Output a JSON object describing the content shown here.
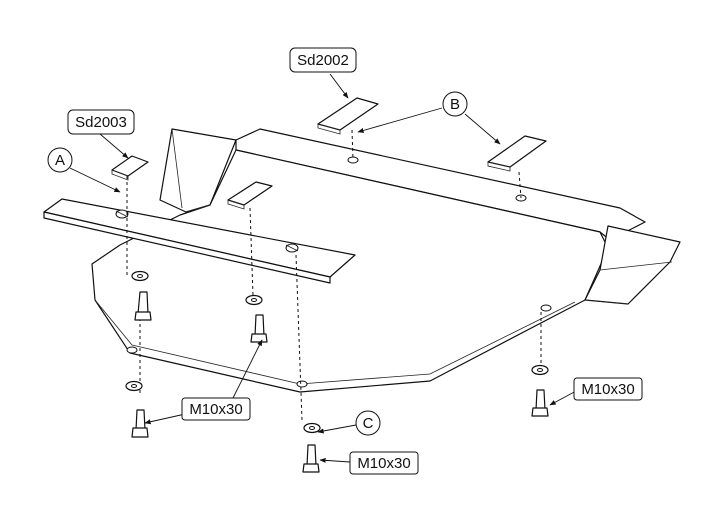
{
  "labels": {
    "part_sd2002": "Sd2002",
    "part_sd2003": "Sd2003",
    "callout_a": "A",
    "callout_b": "B",
    "callout_c": "C",
    "bolt_left": "M10x30",
    "bolt_center": "M10x30",
    "bolt_right": "M10x30"
  }
}
